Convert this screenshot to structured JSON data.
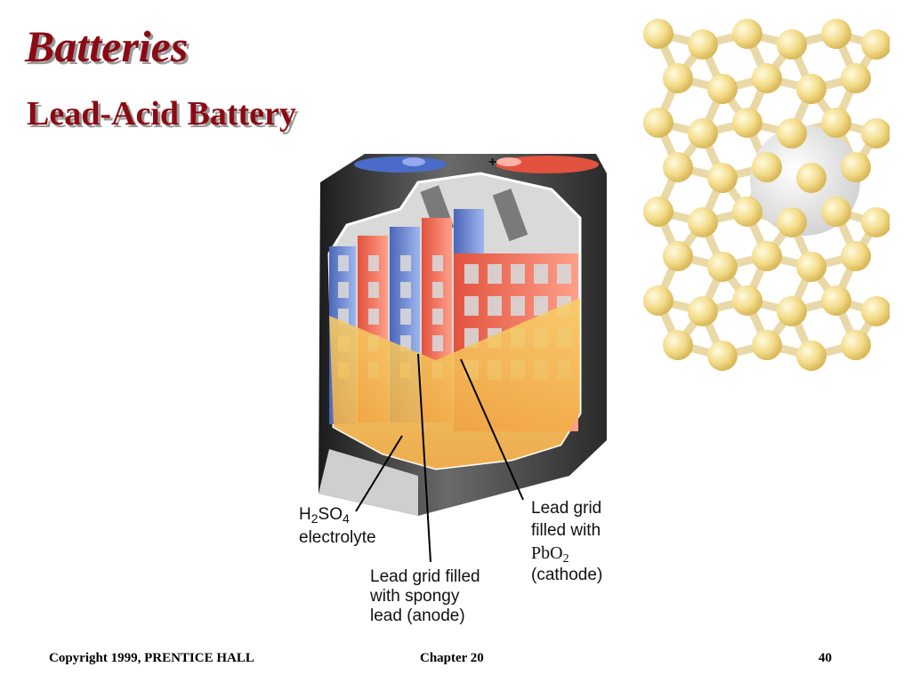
{
  "slide": {
    "title": "Batteries",
    "subtitle": "Lead-Acid Battery"
  },
  "diagram": {
    "terminal_positive_symbol": "+",
    "labels": {
      "electrolyte_formula": {
        "h": "H",
        "sub1": "2",
        "so": "SO",
        "sub2": "4"
      },
      "electrolyte_word": "electrolyte",
      "anode_lines": [
        "Lead grid filled",
        "with spongy",
        "lead (anode)"
      ],
      "cathode_line1": "Lead grid",
      "cathode_line2": "filled with",
      "cathode_formula": {
        "pb": "PbO",
        "sub": "2"
      },
      "cathode_line4": "(cathode)"
    },
    "colors": {
      "title": "#8b0a14",
      "negative_plate": "#6f8ed6",
      "positive_plate": "#ef6a55",
      "electrolyte": "#f6c24a",
      "casing": "#3a3a3a"
    }
  },
  "footer": {
    "copyright": "Copyright 1999, PRENTICE HALL",
    "chapter": "Chapter 20",
    "page": "40"
  }
}
